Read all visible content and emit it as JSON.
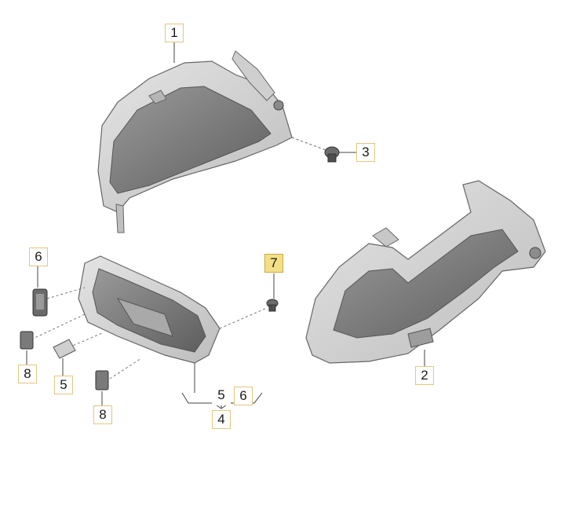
{
  "callouts": [
    {
      "id": "c1",
      "label": "1",
      "part": "upper-trunk-trim"
    },
    {
      "id": "c2",
      "label": "2",
      "part": "lower-trunk-trim"
    },
    {
      "id": "c3",
      "label": "3",
      "part": "expanding-rivet"
    },
    {
      "id": "c4",
      "label": "4",
      "part": "lock-carrier-trim"
    },
    {
      "id": "c5a",
      "label": "5",
      "part": "cap"
    },
    {
      "id": "c5b",
      "label": "5",
      "part": "cap"
    },
    {
      "id": "c6a",
      "label": "6",
      "part": "clip"
    },
    {
      "id": "c6b",
      "label": "6",
      "part": "clip"
    },
    {
      "id": "c7",
      "label": "7",
      "part": "fastener",
      "highlighted": true
    },
    {
      "id": "c8a",
      "label": "8",
      "part": "retainer"
    },
    {
      "id": "c8b",
      "label": "8",
      "part": "retainer"
    }
  ],
  "colors": {
    "callout_highlight": "#f3df86",
    "callout_border": "#e2c77e",
    "part_fill": "#d9d9d9",
    "part_shadow": "#7a7a7a",
    "line": "#4a4a4a"
  }
}
